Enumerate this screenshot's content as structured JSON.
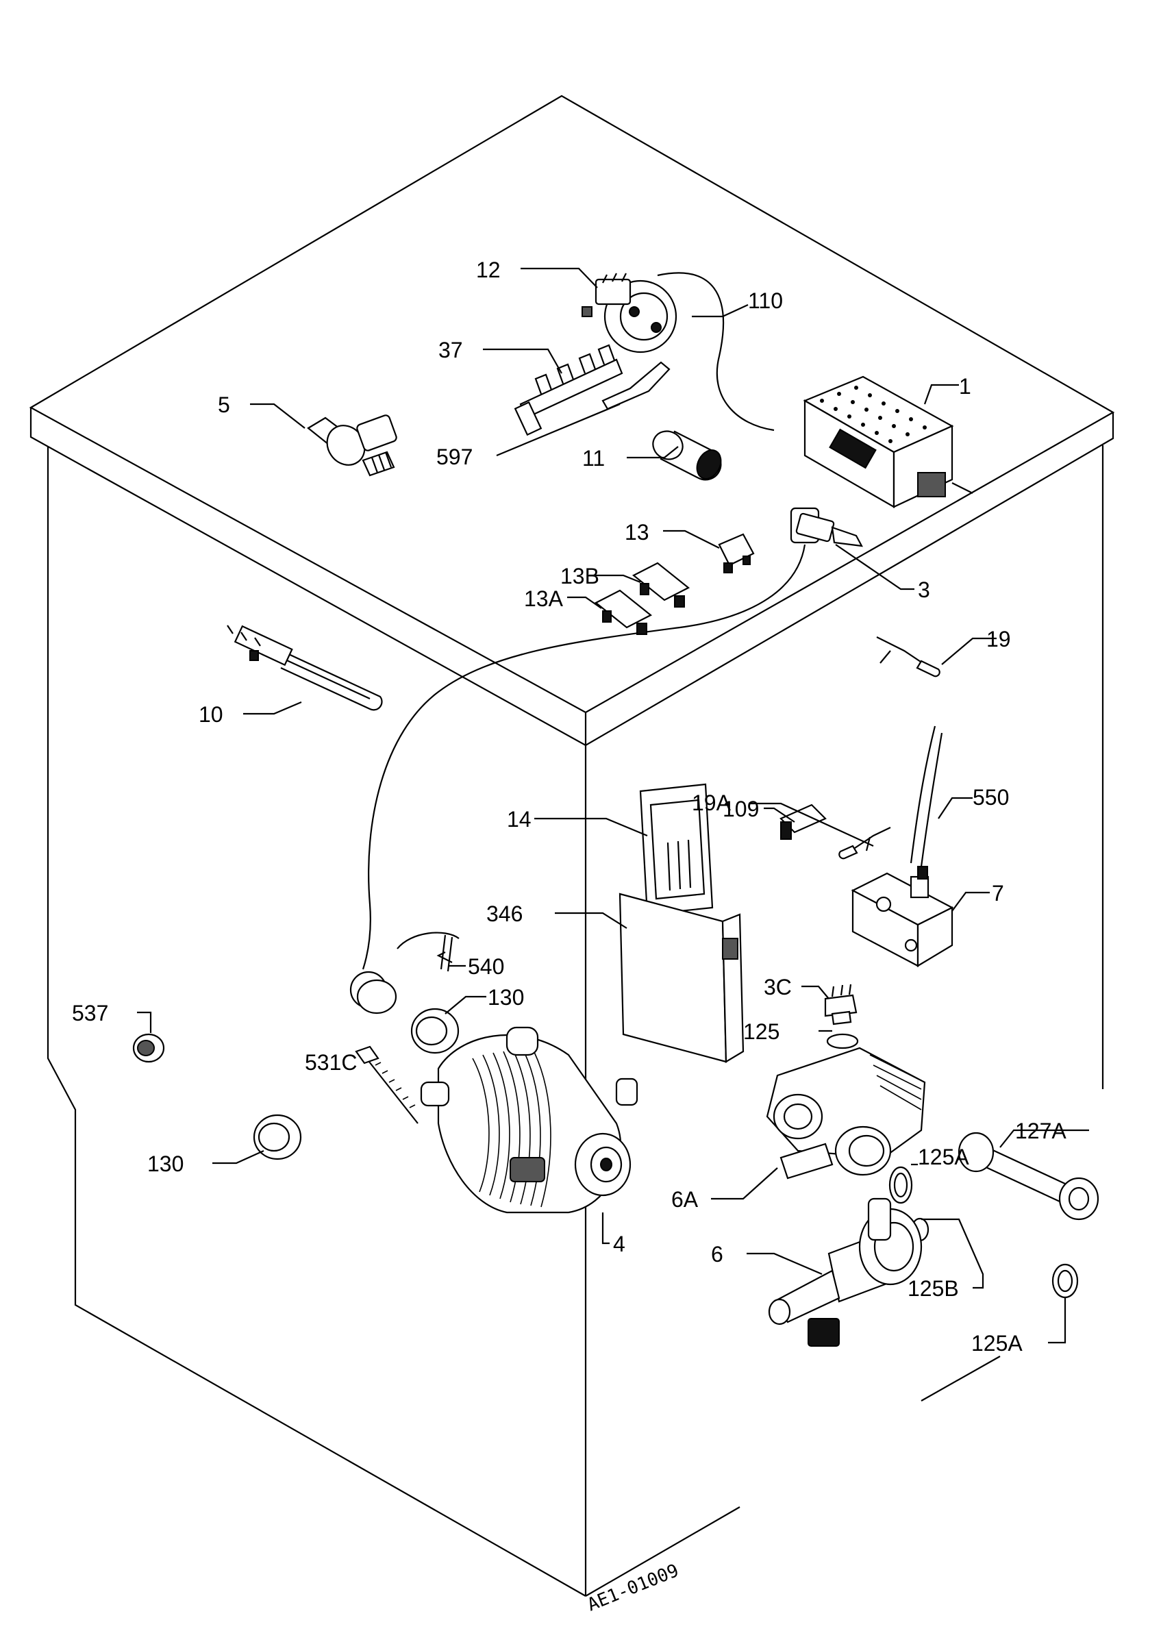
{
  "colors": {
    "ink": "#000000",
    "paper": "#ffffff"
  },
  "drawing_code": "AE1-01009",
  "callouts": {
    "c1": "1",
    "c3": "3",
    "c3c": "3C",
    "c4": "4",
    "c5": "5",
    "c6": "6",
    "c6a": "6A",
    "c7": "7",
    "c10": "10",
    "c11": "11",
    "c12": "12",
    "c13": "13",
    "c13a": "13A",
    "c13b": "13B",
    "c14": "14",
    "c19": "19",
    "c19a": "19A",
    "c37": "37",
    "c109": "109",
    "c110": "110",
    "c125": "125",
    "c125a_1": "125A",
    "c125a_2": "125A",
    "c125b": "125B",
    "c127a": "127A",
    "c130_1": "130",
    "c130_2": "130",
    "c346": "346",
    "c531c": "531C",
    "c537": "537",
    "c540": "540",
    "c550": "550",
    "c597": "597"
  }
}
